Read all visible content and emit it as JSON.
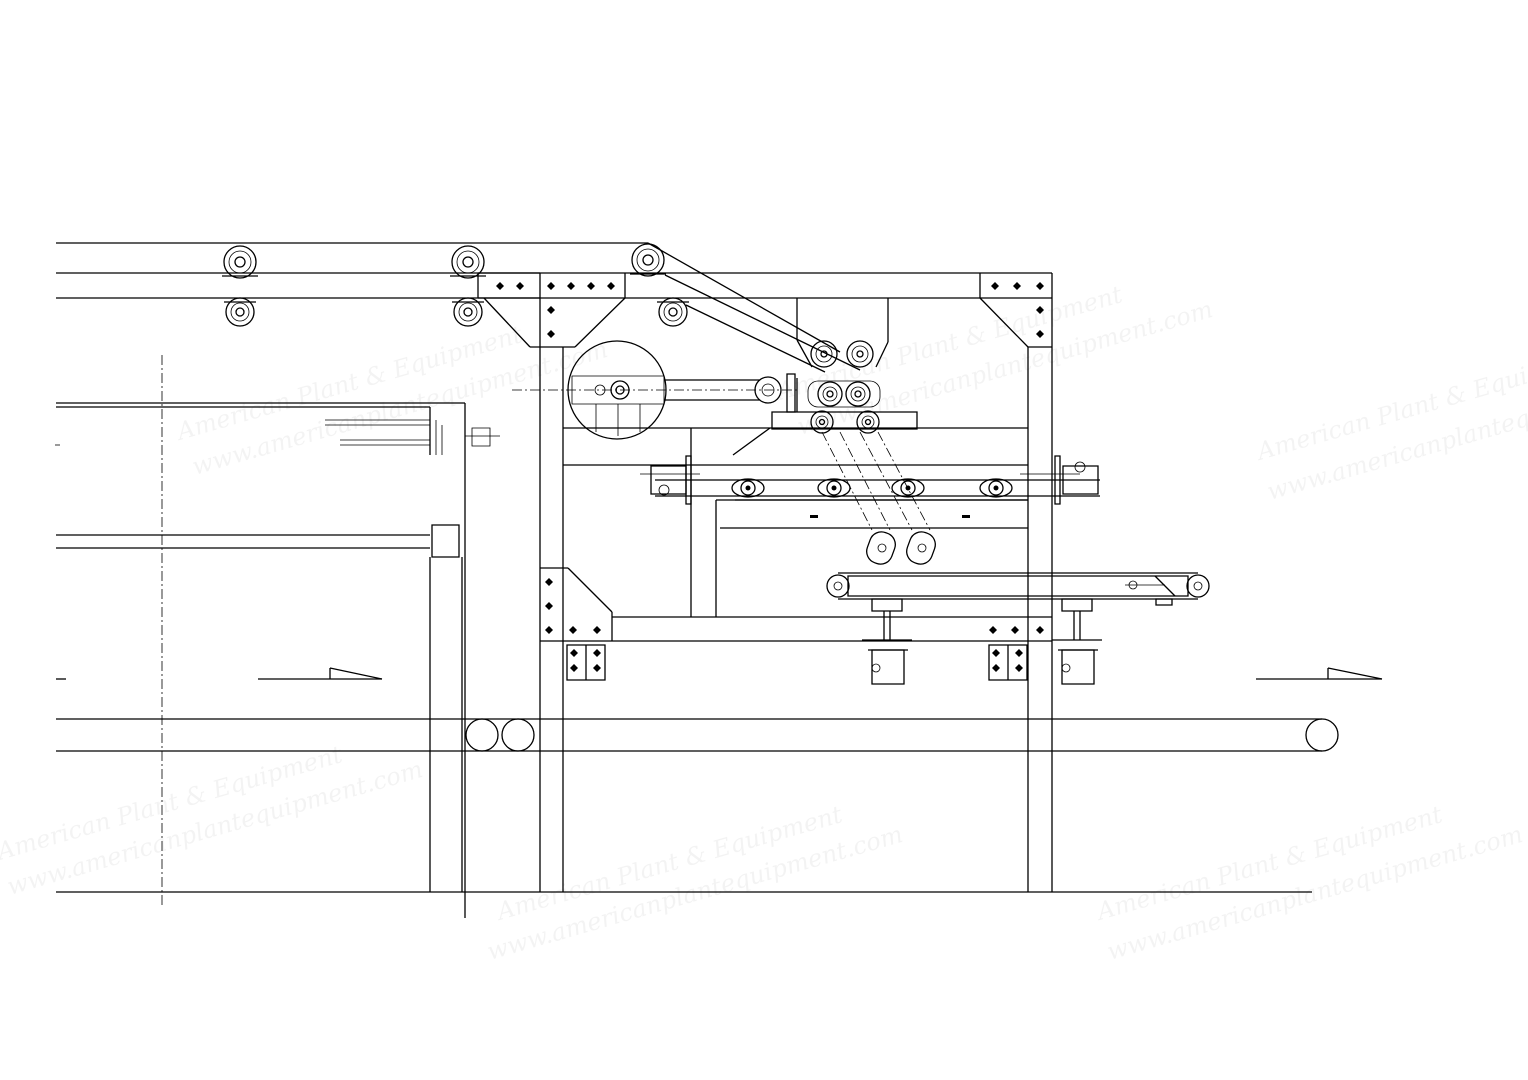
{
  "drawing": {
    "view": "side elevation",
    "line_color": "#000000",
    "background": "#ffffff"
  },
  "watermarks": {
    "line_1": "American Plant & Equipment",
    "line_2": "www.americanplantequipment.com"
  }
}
